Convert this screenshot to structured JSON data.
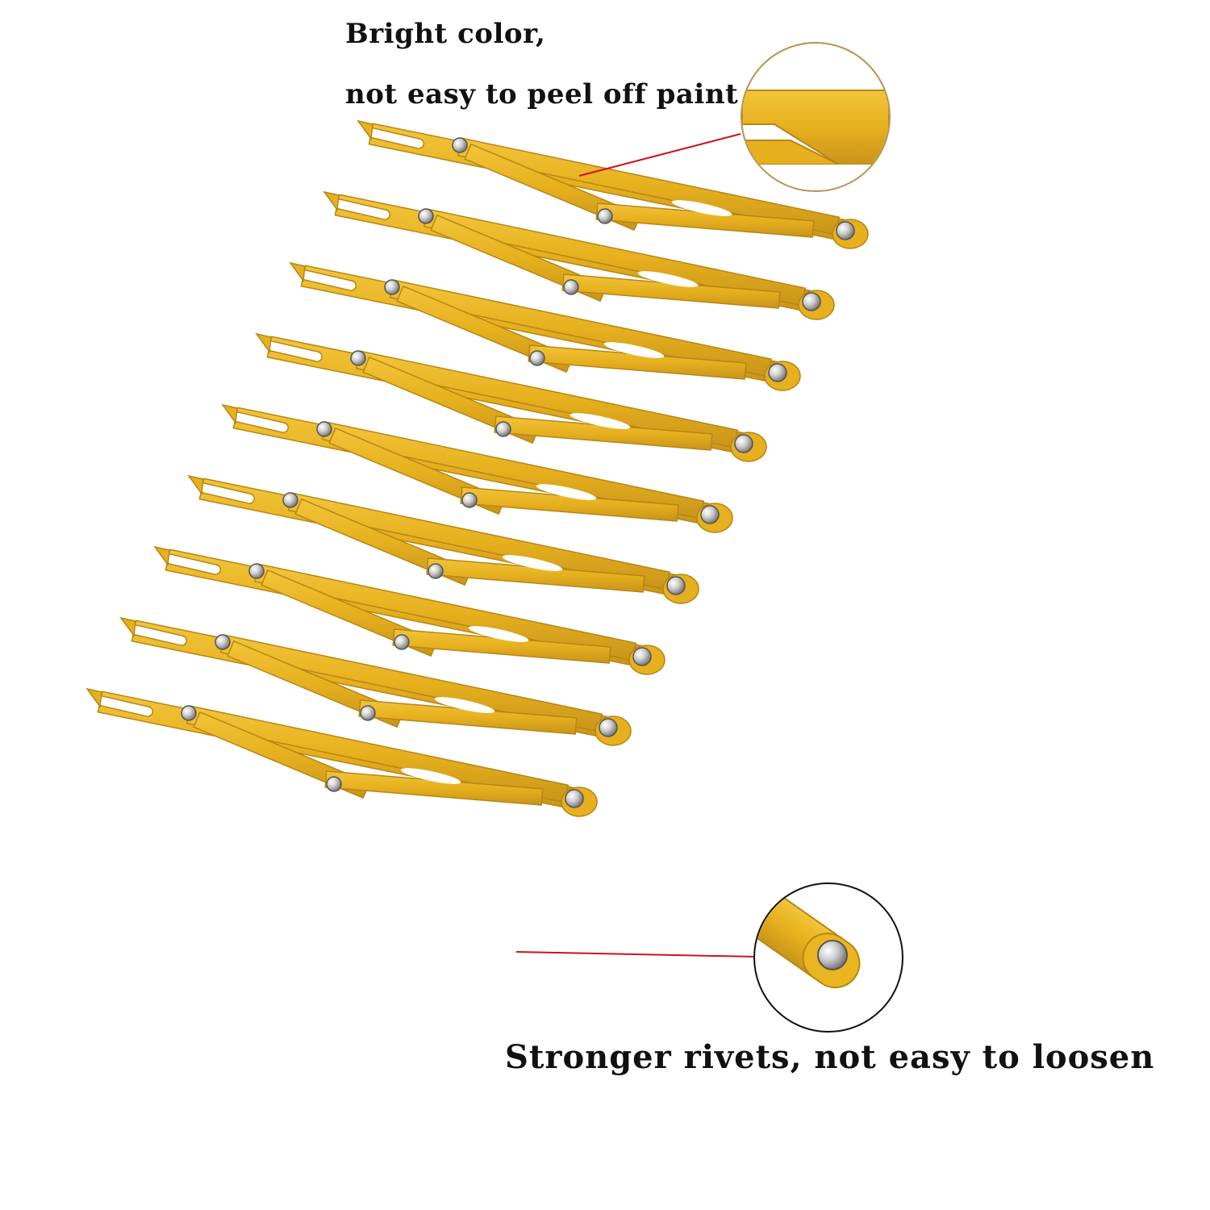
{
  "captions": {
    "top_line_1": "Bright color,",
    "top_line_2": "not easy to peel off paint",
    "bottom": "Stronger rivets, not easy to loosen"
  },
  "product": {
    "calipers_shown": 9,
    "icon": "golden-ratio-caliper"
  },
  "callouts": [
    {
      "name": "paint-callout",
      "icon": "zoom-lens-paint"
    },
    {
      "name": "rivet-callout",
      "icon": "zoom-lens-rivet"
    }
  ],
  "colors": {
    "gold": "#E6B01E",
    "gold_dark": "#B88614",
    "rivet": "#C9C9C9",
    "pointer_line": "#D0121B",
    "paint_ring": "#B8924F",
    "rivet_ring": "#111111"
  }
}
